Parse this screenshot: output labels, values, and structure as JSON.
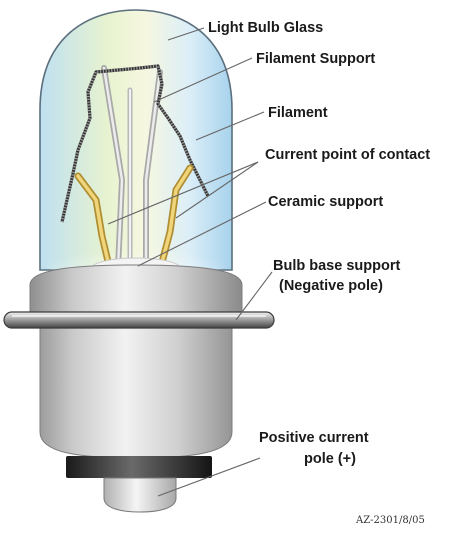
{
  "labels": {
    "light_bulb_glass": "Light Bulb Glass",
    "filament_support": "Filament Support",
    "filament": "Filament",
    "current_point_of_contact": "Current point of contact",
    "ceramic_support": "Ceramic support",
    "bulb_base_support_line1": "Bulb base support",
    "bulb_base_support_line2": "(Negative pole)",
    "positive_current_line1": "Positive current",
    "positive_current_line2": "pole (+)"
  },
  "credit": "AZ-2301/8/05",
  "colors": {
    "glass_edge": "#5b6f7d",
    "base_metal": "#c8c8c8",
    "contact_wire": "#e0c060",
    "support_wire": "#c4c4c4",
    "leader_line": "#666666"
  }
}
